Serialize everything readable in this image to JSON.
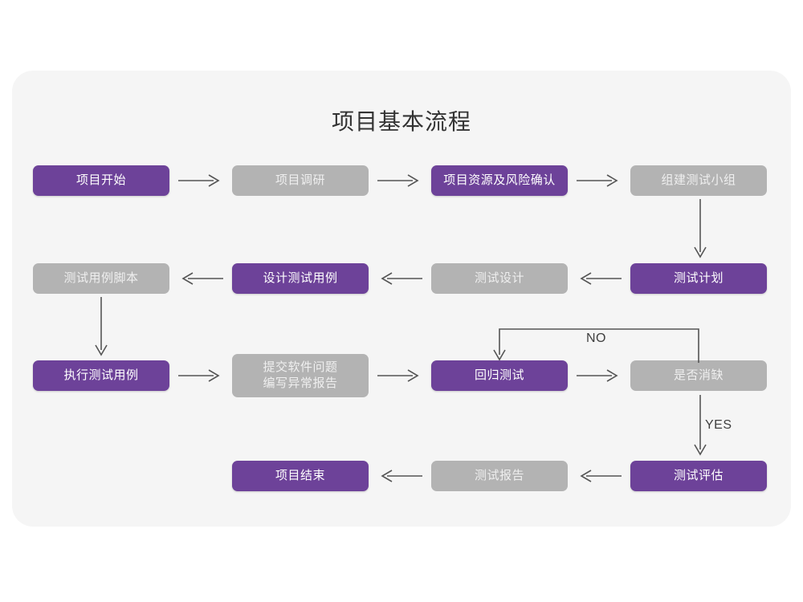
{
  "card": {
    "background": "#f5f5f5",
    "page_background": "#ffffff"
  },
  "title": "项目基本流程",
  "colors": {
    "purple": "#6d4299",
    "gray": "#b3b3b3",
    "purple_text": "#ffffff",
    "gray_text": "#efefef",
    "connector": "#555555",
    "title_text": "#333333"
  },
  "nodes": [
    {
      "id": "n1",
      "label": "项目开始",
      "style": "purple",
      "row": 1
    },
    {
      "id": "n2",
      "label": "项目调研",
      "style": "gray",
      "row": 1
    },
    {
      "id": "n3",
      "label": "项目资源及风险确认",
      "style": "purple",
      "row": 1
    },
    {
      "id": "n4",
      "label": "组建测试小组",
      "style": "gray",
      "row": 1
    },
    {
      "id": "n5",
      "label": "测试用例脚本",
      "style": "gray",
      "row": 2
    },
    {
      "id": "n6",
      "label": "设计测试用例",
      "style": "purple",
      "row": 2
    },
    {
      "id": "n7",
      "label": "测试设计",
      "style": "gray",
      "row": 2
    },
    {
      "id": "n8",
      "label": "测试计划",
      "style": "purple",
      "row": 2
    },
    {
      "id": "n9",
      "label": "执行测试用例",
      "style": "purple",
      "row": 3
    },
    {
      "id": "n10",
      "label": "提交软件问题\n编写异常报告",
      "style": "gray",
      "row": 3
    },
    {
      "id": "n11",
      "label": "回归测试",
      "style": "purple",
      "row": 3
    },
    {
      "id": "n12",
      "label": "是否消缺",
      "style": "gray",
      "row": 3
    },
    {
      "id": "n13",
      "label": "项目结束",
      "style": "purple",
      "row": 4
    },
    {
      "id": "n14",
      "label": "测试报告",
      "style": "gray",
      "row": 4
    },
    {
      "id": "n15",
      "label": "测试评估",
      "style": "purple",
      "row": 4
    }
  ],
  "edges": [
    {
      "from": "n1",
      "to": "n2",
      "label": "",
      "direction": "right"
    },
    {
      "from": "n2",
      "to": "n3",
      "label": "",
      "direction": "right"
    },
    {
      "from": "n3",
      "to": "n4",
      "label": "",
      "direction": "right"
    },
    {
      "from": "n4",
      "to": "n8",
      "label": "",
      "direction": "down"
    },
    {
      "from": "n8",
      "to": "n7",
      "label": "",
      "direction": "left"
    },
    {
      "from": "n7",
      "to": "n6",
      "label": "",
      "direction": "left"
    },
    {
      "from": "n6",
      "to": "n5",
      "label": "",
      "direction": "left"
    },
    {
      "from": "n5",
      "to": "n9",
      "label": "",
      "direction": "down"
    },
    {
      "from": "n9",
      "to": "n10",
      "label": "",
      "direction": "right"
    },
    {
      "from": "n10",
      "to": "n11",
      "label": "",
      "direction": "right"
    },
    {
      "from": "n11",
      "to": "n12",
      "label": "",
      "direction": "right"
    },
    {
      "from": "n12",
      "to": "n11",
      "label": "NO",
      "direction": "feedback-up-left"
    },
    {
      "from": "n12",
      "to": "n15",
      "label": "YES",
      "direction": "down"
    },
    {
      "from": "n15",
      "to": "n14",
      "label": "",
      "direction": "left"
    },
    {
      "from": "n14",
      "to": "n13",
      "label": "",
      "direction": "left"
    }
  ],
  "edge_labels": {
    "no": "NO",
    "yes": "YES"
  }
}
